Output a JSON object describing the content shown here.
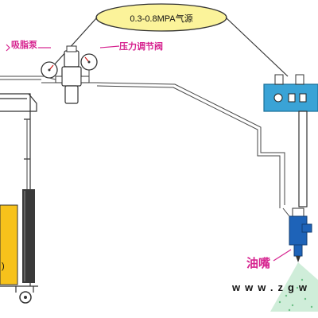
{
  "labels": {
    "air_source": "0.3-0.8MPA气源",
    "grease_pump": "吸脂泵",
    "pressure_valve": "压力调节阀",
    "oil_nozzle": "油嘴",
    "website": "www.zgw"
  },
  "colors": {
    "air_ellipse": "#fbf39a",
    "pump_yellow": "#f7c21b",
    "panel_blue": "#3aa3d6",
    "nozzle_blue": "#1e63b8",
    "label_pink": "#d6238f",
    "spray_green": "#c7ead2"
  }
}
